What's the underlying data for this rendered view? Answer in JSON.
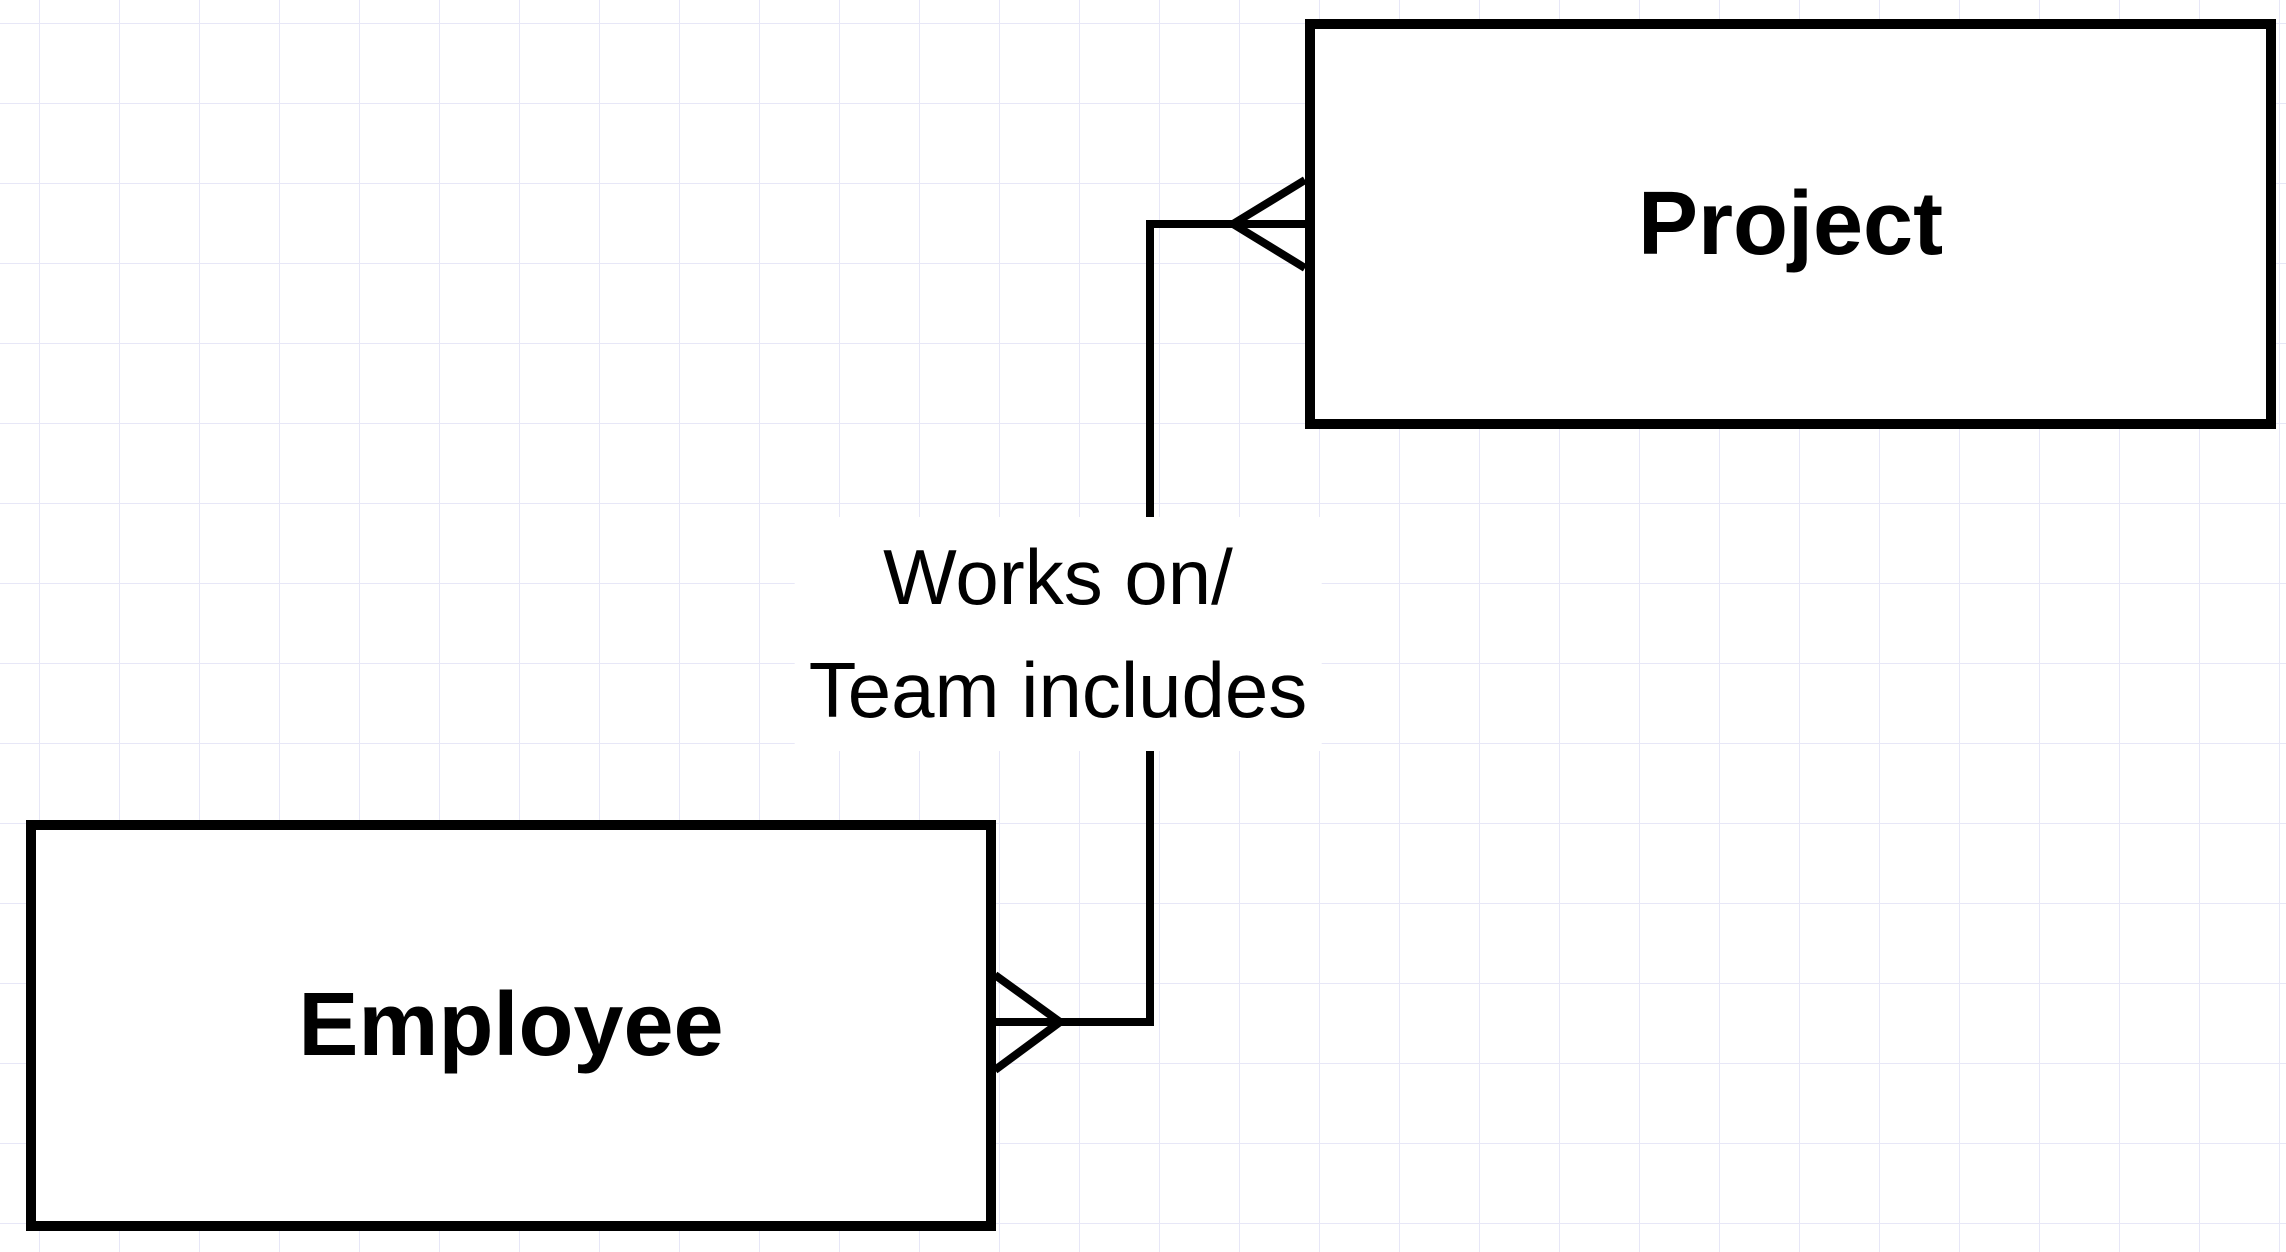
{
  "diagram": {
    "type": "entity-relationship",
    "entities": [
      {
        "id": "project",
        "label": "Project"
      },
      {
        "id": "employee",
        "label": "Employee"
      }
    ],
    "relationship": {
      "label": "Works on/ Team includes",
      "label_lines": [
        "Works on/",
        "Team includes"
      ],
      "from_entity": "Employee",
      "to_entity": "Project",
      "cardinality": "many-to-many",
      "notation": "crow-foot"
    },
    "colors": {
      "background": "#ffffff",
      "grid_line": "#e7e7f7",
      "shape_stroke": "#000000",
      "shape_fill": "#ffffff",
      "text": "#000000"
    }
  }
}
